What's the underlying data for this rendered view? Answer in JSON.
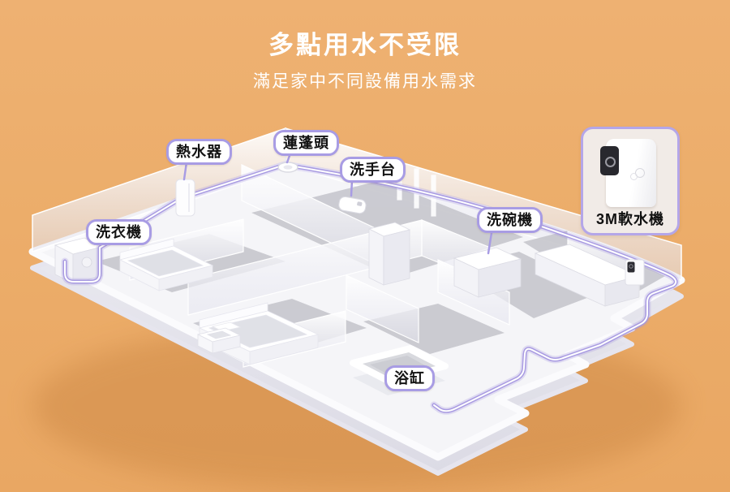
{
  "header": {
    "title": "多點用水不受限",
    "subtitle": "滿足家中不同設備用水需求"
  },
  "callouts": {
    "water_heater": "熱水器",
    "shower_head": "蓮蓬頭",
    "washbasin": "洗手台",
    "washing_machine": "洗衣機",
    "dishwasher": "洗碗機",
    "bathtub": "浴缸"
  },
  "product_card": {
    "label": "3M軟水機"
  },
  "colors": {
    "background": "#ecad6a",
    "callout_border": "#a89ce4",
    "pipe": "#a598e0",
    "title_text": "#ffffff",
    "label_text": "#131313"
  }
}
